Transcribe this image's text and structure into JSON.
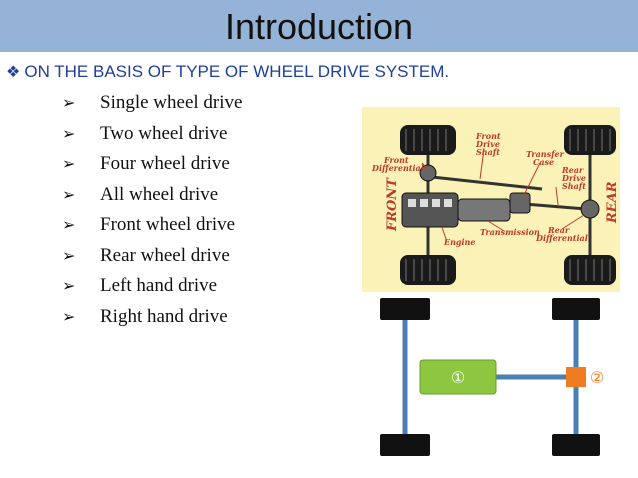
{
  "header": {
    "title": "Introduction"
  },
  "subtitle": {
    "bullet_icon": "diamond-bullet-icon",
    "text": "ON THE BASIS  OF TYPE OF WHEEL DRIVE SYSTEM."
  },
  "drive_types": [
    "Single wheel drive",
    "Two wheel drive",
    "Four wheel drive",
    "All wheel drive",
    "Front wheel drive",
    "Rear wheel drive",
    "Left hand drive",
    "Right hand drive"
  ],
  "drivetrain_diagram": {
    "labels": {
      "front_drive_shaft_1": "Front",
      "front_drive_shaft_2": "Drive",
      "front_drive_shaft_3": "Shaft",
      "front_differential_1": "Front",
      "front_differential_2": "Differential",
      "transfer_case_1": "Transfer",
      "transfer_case_2": "Case",
      "rear_drive_shaft_1": "Rear",
      "rear_drive_shaft_2": "Drive",
      "rear_drive_shaft_3": "Shaft",
      "front": "FRONT",
      "rear": "REAR",
      "transmission": "Transmission",
      "rear_differential_1": "Rear",
      "rear_differential_2": "Differential",
      "engine": "Engine"
    }
  },
  "simple_diagram": {
    "marker_1": "①",
    "marker_2": "②",
    "colors": {
      "axle": "#4a7fb5",
      "engine": "#8dc63f",
      "gearbox": "#f07c22",
      "wheel": "#111111"
    }
  }
}
